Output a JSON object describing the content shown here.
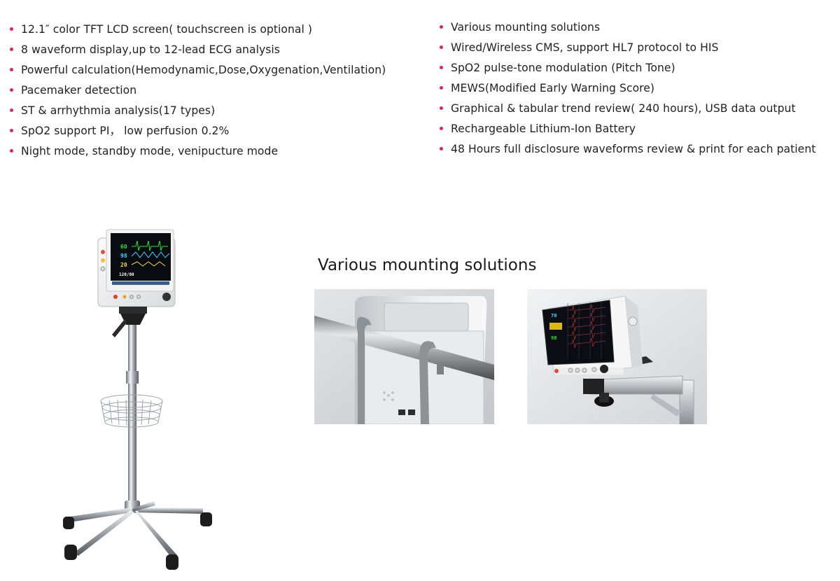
{
  "colors": {
    "bullet": "#d6246e",
    "text": "#222222"
  },
  "features_left": [
    "12.1″ color TFT LCD screen( touchscreen is optional )",
    "8 waveform display,up to 12-lead ECG analysis",
    "Powerful calculation(Hemodynamic,Dose,Oxygenation,Ventilation)",
    "Pacemaker detection",
    "ST & arrhythmia analysis(17 types)",
    "SpO2 support PI， low perfusion 0.2%",
    "Night mode, standby mode, venipucture mode"
  ],
  "features_right": [
    "Various mounting solutions",
    "Wired/Wireless CMS, support HL7 protocol to HIS",
    "SpO2 pulse-tone modulation (Pitch Tone)",
    "MEWS(Modified Early Warning Score)",
    "Graphical & tabular trend review( 240 hours), USB data output",
    "Rechargeable Lithium-Ion Battery",
    "48 Hours full disclosure waveforms review & print for each patient"
  ],
  "mounting": {
    "title": "Various mounting solutions",
    "photos": [
      {
        "name": "rail-mount-photo",
        "subject": "monitor hooked on rail"
      },
      {
        "name": "wall-arm-mount-photo",
        "subject": "monitor on wall bracket arm"
      }
    ]
  },
  "stand_photo": {
    "subject": "patient monitor on rolling stand with basket"
  },
  "monitor_screen": {
    "readings": [
      "60",
      "98",
      "20"
    ],
    "nibp": "120/80",
    "arm_readings": [
      "70",
      "98"
    ]
  }
}
